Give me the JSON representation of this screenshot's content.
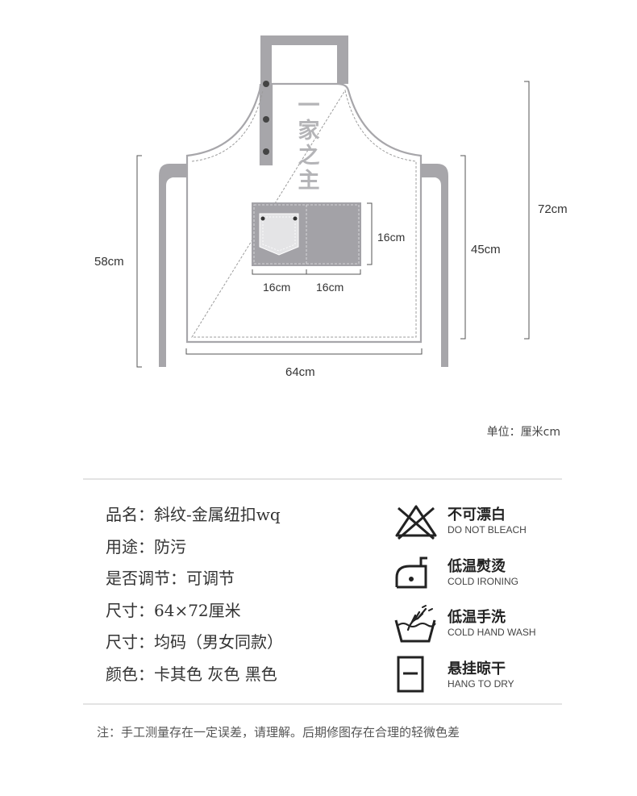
{
  "diagram": {
    "brand_text": "一家之主",
    "dimensions": {
      "total_height": "72cm",
      "body_height": "45cm",
      "strap_height": "58cm",
      "width": "64cm",
      "pocket_height": "16cm",
      "pocket_left_width": "16cm",
      "pocket_right_width": "16cm"
    },
    "colors": {
      "fabric": "#ffffff",
      "trim": "#a7a6aa",
      "pocket": "#a3a2a7",
      "stitch": "#9c9c9c"
    }
  },
  "unit_note": "单位：厘米cm",
  "specs": [
    "品名：斜纹-金属纽扣wq",
    "用途：防污",
    "是否调节：可调节",
    "尺寸：64×72厘米",
    "尺寸：均码（男女同款）",
    "颜色：卡其色 灰色 黑色"
  ],
  "care": [
    {
      "icon": "do-not-bleach-icon",
      "cn": "不可漂白",
      "en": "DO NOT BLEACH"
    },
    {
      "icon": "cold-ironing-icon",
      "cn": "低温熨烫",
      "en": "COLD IRONING"
    },
    {
      "icon": "cold-hand-wash-icon",
      "cn": "低温手洗",
      "en": "COLD HAND WASH"
    },
    {
      "icon": "hang-to-dry-icon",
      "cn": "悬挂晾干",
      "en": "HANG TO DRY"
    }
  ],
  "footnote": "注：手工测量存在一定误差，请理解。后期修图存在合理的轻微色差"
}
